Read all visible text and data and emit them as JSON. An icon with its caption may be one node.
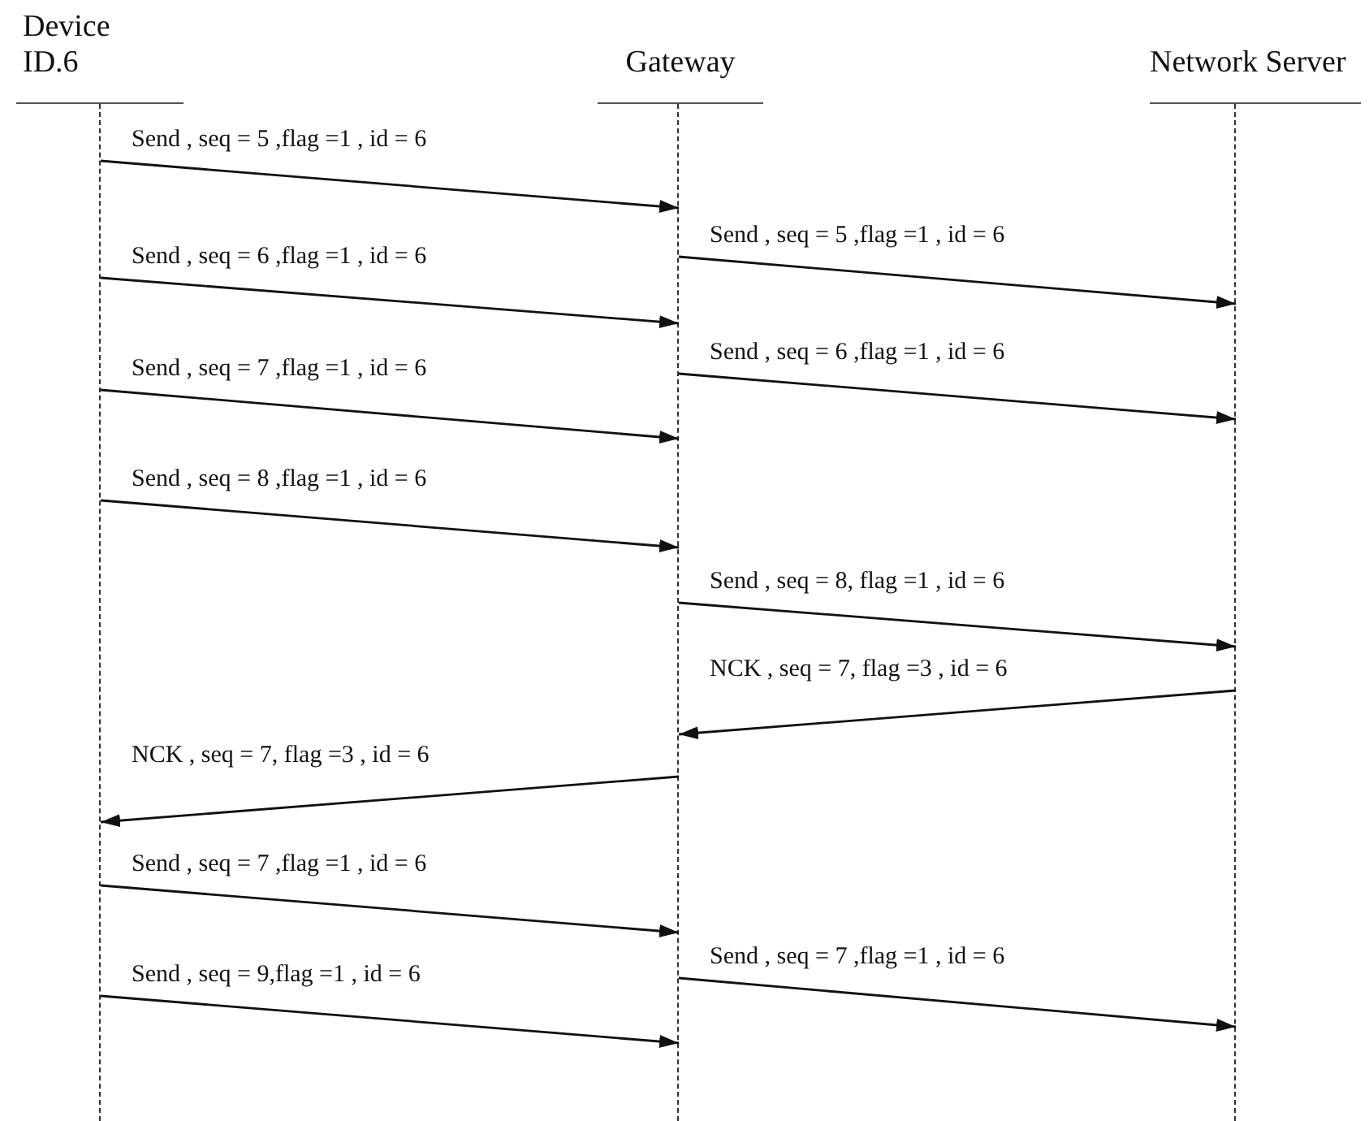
{
  "diagram": {
    "nodes": [
      {
        "text": [
          "Device ID.6"
        ]
      },
      {
        "text": [
          "Gateway"
        ]
      },
      {
        "text": [
          "Network Server"
        ]
      }
    ],
    "edges": [
      {
        "from": 0,
        "to": 1,
        "arrow": "to",
        "label": "Send , seq = 5 ,flag =1 , id = 6"
      },
      {
        "from": 1,
        "to": 2,
        "arrow": "to",
        "label": "Send , seq = 5 ,flag =1 , id = 6"
      },
      {
        "from": 0,
        "to": 1,
        "arrow": "to",
        "label": "Send , seq = 6 ,flag =1 , id = 6"
      },
      {
        "from": 1,
        "to": 2,
        "arrow": "to",
        "label": "Send , seq = 6 ,flag =1 , id = 6"
      },
      {
        "from": 0,
        "to": 1,
        "arrow": "to",
        "label": "Send , seq = 7 ,flag =1 , id = 6"
      },
      {
        "from": 0,
        "to": 1,
        "arrow": "to",
        "label": "Send , seq = 8 ,flag =1 , id = 6"
      },
      {
        "from": 1,
        "to": 2,
        "arrow": "to",
        "label": "Send , seq = 8, flag =1 , id = 6"
      },
      {
        "from": 2,
        "to": 1,
        "arrow": "to",
        "label": "NCK , seq = 7, flag =3 , id = 6"
      },
      {
        "from": 1,
        "to": 0,
        "arrow": "to",
        "label": "NCK , seq = 7, flag =3 , id = 6"
      },
      {
        "from": 0,
        "to": 1,
        "arrow": "to",
        "label": "Send , seq = 7 ,flag =1 , id = 6"
      },
      {
        "from": 1,
        "to": 2,
        "arrow": "to",
        "label": "Send , seq = 7 ,flag =1 , id = 6"
      },
      {
        "from": 0,
        "to": 1,
        "arrow": "to",
        "label": "Send , seq = 9,flag =1 , id = 6"
      }
    ]
  }
}
